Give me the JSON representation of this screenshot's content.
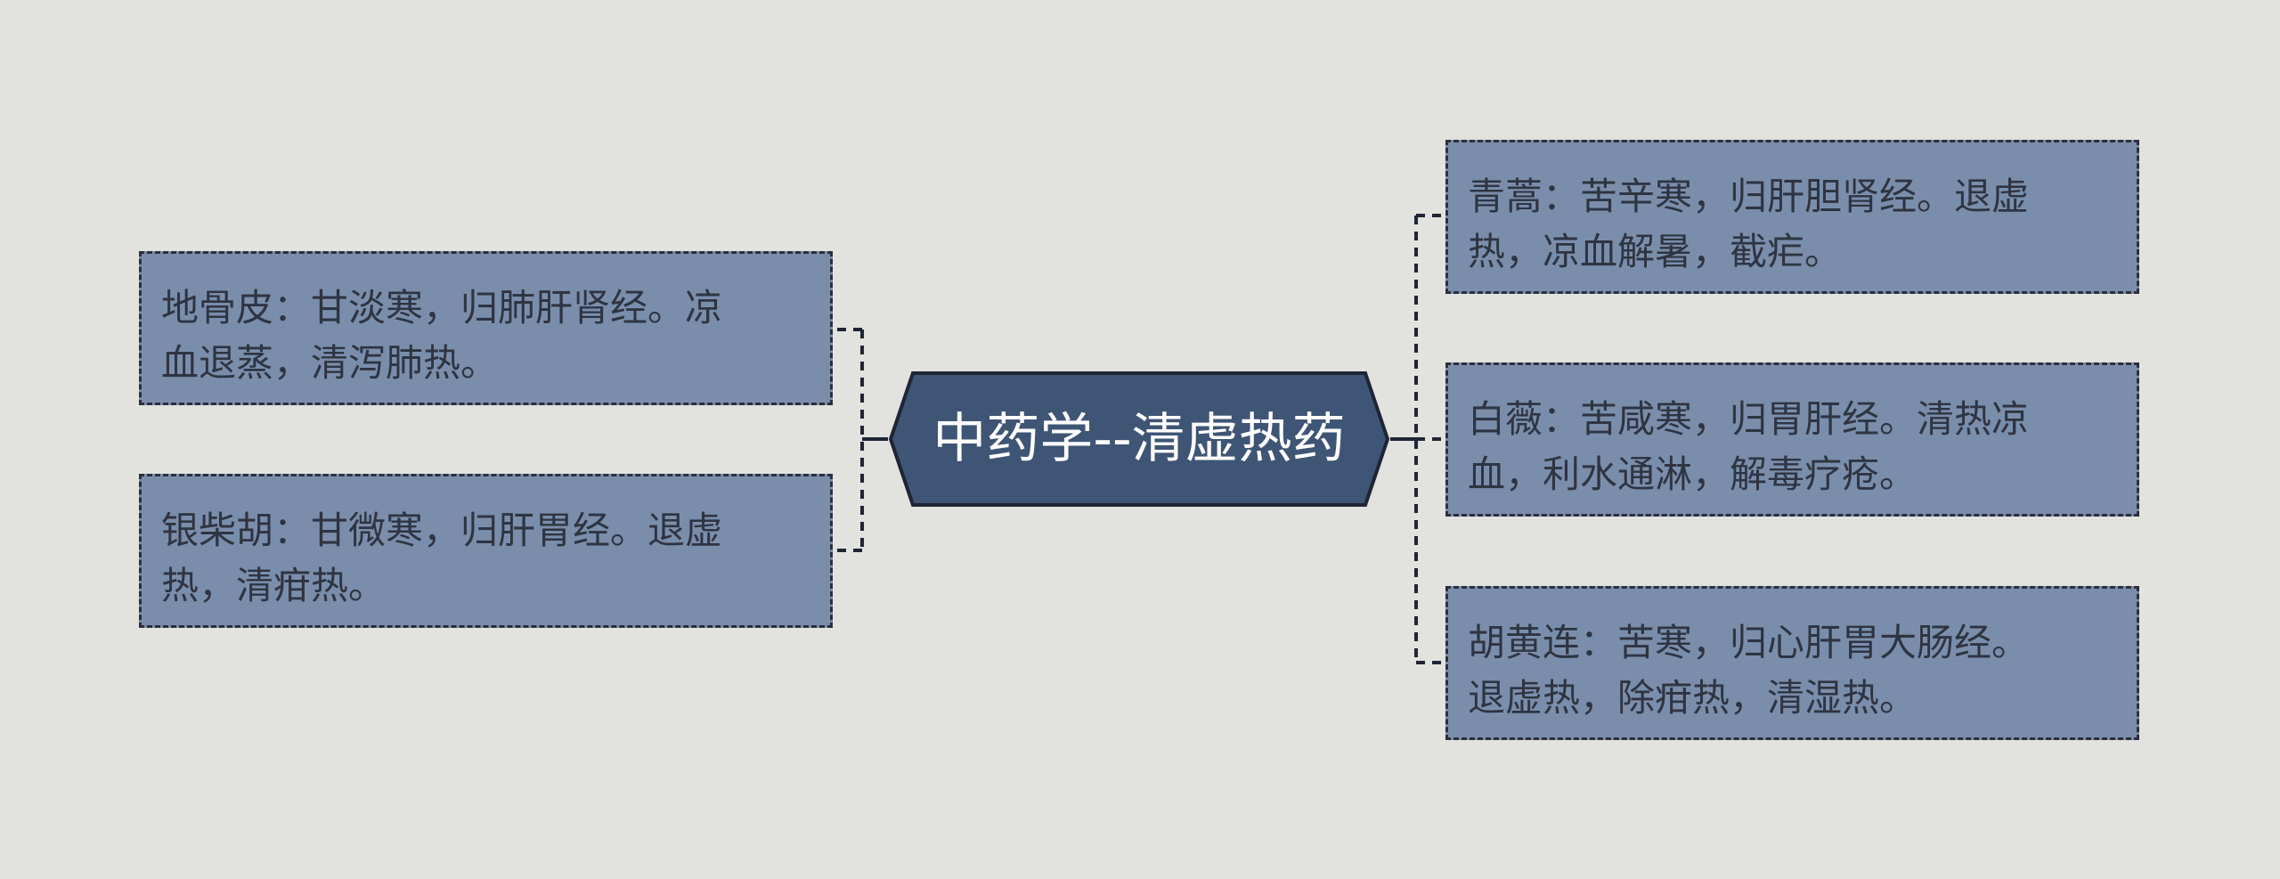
{
  "center": {
    "label": "中药学--清虚热药"
  },
  "left_nodes": [
    {
      "line1": "地骨皮：甘淡寒，归肺肝肾经。凉",
      "line2": "血退蒸，清泻肺热。"
    },
    {
      "line1": "银柴胡：甘微寒，归肝胃经。退虚",
      "line2": "热，清疳热。"
    }
  ],
  "right_nodes": [
    {
      "line1": "青蒿：苦辛寒，归肝胆肾经。退虚",
      "line2": "热，凉血解暑，截疟。"
    },
    {
      "line1": "白薇：苦咸寒，归胃肝经。清热凉",
      "line2": "血，利水通淋，解毒疗疮。"
    },
    {
      "line1": "胡黄连：苦寒，归心肝胃大肠经。",
      "line2": "退虚热，除疳热，清湿热。"
    }
  ],
  "colors": {
    "background": "#e2e2de",
    "center_fill": "#3f5575",
    "node_fill": "#7a8eac",
    "border": "#1f2535",
    "node_text": "#2f3442",
    "center_text": "#ffffff"
  }
}
